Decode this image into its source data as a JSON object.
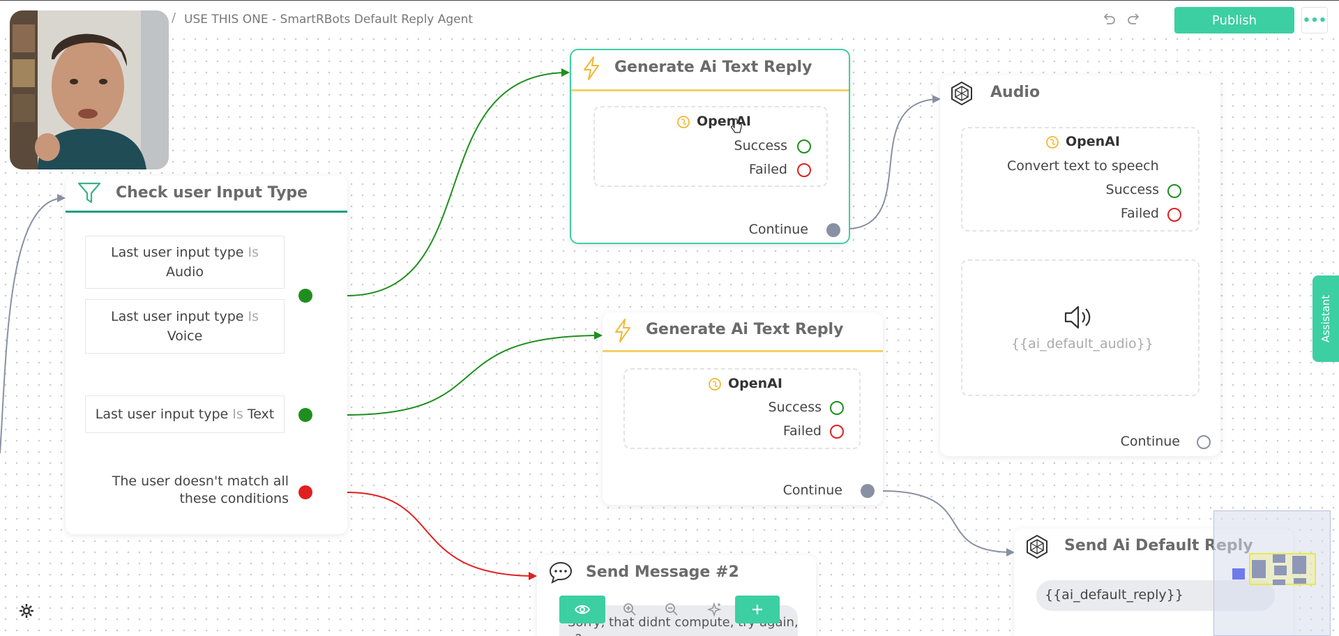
{
  "header": {
    "breadcrumb_separator": "/",
    "title": "USE THIS ONE - SmartRBots Default Reply Agent",
    "undo_icon": "undo-icon",
    "redo_icon": "redo-icon",
    "publish_label": "Publish",
    "more_label": "•••"
  },
  "assistant_tab": {
    "label": "Assistant"
  },
  "colors": {
    "accent": "#3ccfa2",
    "success": "#1e8f1e",
    "failed": "#e02020",
    "yellow_line": "#f5cf67",
    "connector_gray": "#8a90a3"
  },
  "check_node": {
    "title": "Check user Input Type",
    "icon": "filter-icon",
    "conditions": [
      {
        "subject": "Last user input type",
        "op": "Is",
        "value": "Audio"
      },
      {
        "subject": "Last user input type",
        "op": "Is",
        "value": "Voice"
      },
      {
        "subject": "Last user input type",
        "op": "Is",
        "value": "Text"
      }
    ],
    "fallback_line1": "The user doesn't match all",
    "fallback_line2": "these conditions"
  },
  "gen_node_1": {
    "title": "Generate Ai Text Reply",
    "icon": "bolt-icon",
    "provider": "OpenAI",
    "success": "Success",
    "failed": "Failed",
    "continue": "Continue"
  },
  "gen_node_2": {
    "title": "Generate Ai Text Reply",
    "icon": "bolt-icon",
    "provider": "OpenAI",
    "success": "Success",
    "failed": "Failed",
    "continue": "Continue"
  },
  "audio_node": {
    "title": "Audio",
    "icon": "openai-icon",
    "provider": "OpenAI",
    "description": "Convert text to speech",
    "success": "Success",
    "failed": "Failed",
    "audio_var": "{{ai_default_audio}}",
    "continue": "Continue"
  },
  "send_default_node": {
    "title": "Send Ai Default Reply",
    "icon": "openai-icon",
    "message": "{{ai_default_reply}}"
  },
  "send_msg_node": {
    "title": "Send Message #2",
    "icon": "chat-icon",
    "message": "Sorry, that didnt compute, try again,",
    "message_cont": "x?"
  },
  "toolbar": {
    "items": [
      "eye-icon",
      "zoom-in-icon",
      "zoom-out-icon",
      "magic-icon",
      "plus-icon"
    ]
  }
}
